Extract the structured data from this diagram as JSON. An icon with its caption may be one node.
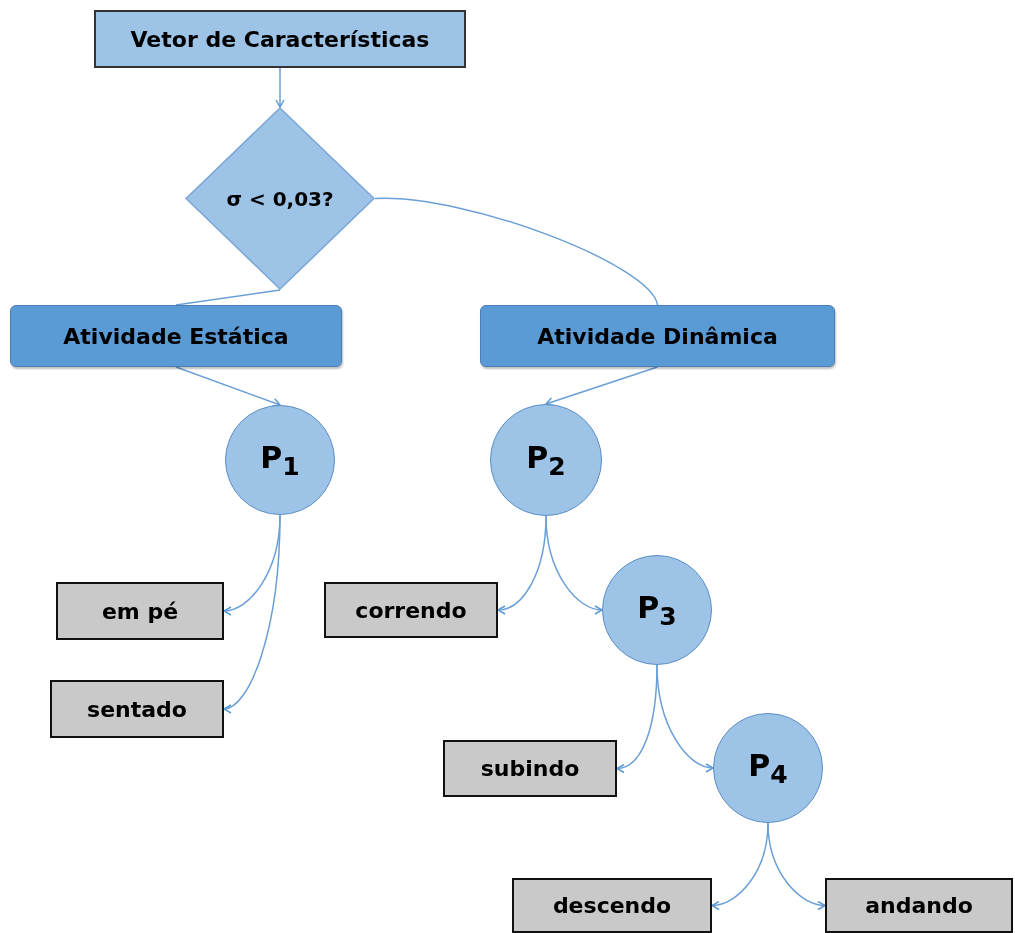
{
  "diagram": {
    "nodes": [
      {
        "text": [
          "Vetor de Características"
        ]
      },
      {
        "text": [
          "σ < 0,03?"
        ]
      },
      {
        "text": [
          "Atividade Estática"
        ]
      },
      {
        "text": [
          "Atividade Dinâmica"
        ]
      },
      {
        "text": [
          "P$_{1}$"
        ]
      },
      {
        "text": [
          "P$_{2}$"
        ]
      },
      {
        "text": [
          "em pé"
        ]
      },
      {
        "text": [
          "correndo"
        ]
      },
      {
        "text": [
          "P$_{3}$"
        ]
      },
      {
        "text": [
          "sentado"
        ]
      },
      {
        "text": [
          "subindo"
        ]
      },
      {
        "text": [
          "P$_{4}$"
        ]
      },
      {
        "text": [
          "descendo"
        ]
      },
      {
        "text": [
          "andando"
        ]
      }
    ],
    "edges": [
      {
        "from": 0,
        "to": 1,
        "arrow": "to"
      },
      {
        "from": 1,
        "to": 2,
        "arrow": "none"
      },
      {
        "from": 1,
        "to": 3,
        "arrow": "none"
      },
      {
        "from": 2,
        "to": 4,
        "arrow": "to"
      },
      {
        "from": 3,
        "to": 5,
        "arrow": "to"
      },
      {
        "from": 4,
        "to": 6,
        "arrow": "to"
      },
      {
        "from": 4,
        "to": 9,
        "arrow": "to"
      },
      {
        "from": 5,
        "to": 7,
        "arrow": "to"
      },
      {
        "from": 5,
        "to": 8,
        "arrow": "to"
      },
      {
        "from": 8,
        "to": 10,
        "arrow": "to"
      },
      {
        "from": 8,
        "to": 11,
        "arrow": "to"
      },
      {
        "from": 11,
        "to": 12,
        "arrow": "to"
      },
      {
        "from": 11,
        "to": 13,
        "arrow": "to"
      }
    ]
  }
}
